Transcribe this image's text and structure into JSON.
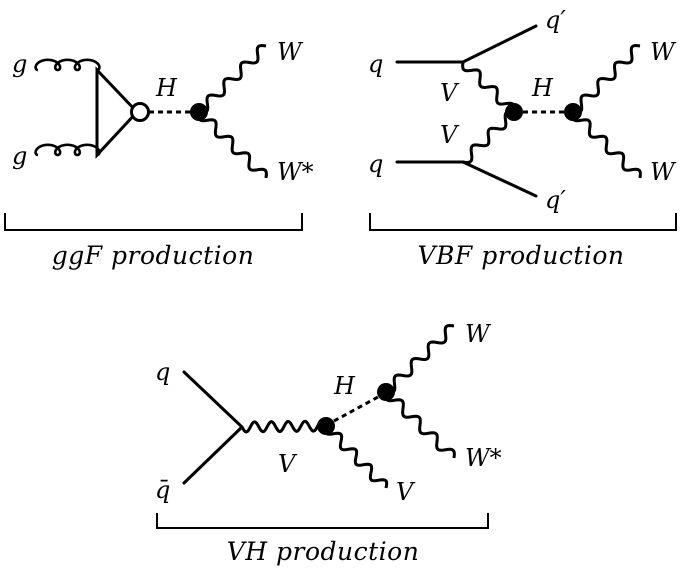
{
  "diagrams": {
    "ggf": {
      "incoming_top": "g",
      "incoming_bottom": "g",
      "mediator": "H",
      "outgoing_top": "W",
      "outgoing_bottom": "W*",
      "caption": "ggF production"
    },
    "vbf": {
      "incoming_top": "q",
      "incoming_bottom": "q",
      "outgoing_top_quark": "q′",
      "outgoing_bottom_quark": "q′",
      "boson_top": "V",
      "boson_bottom": "V",
      "mediator": "H",
      "outgoing_top": "W",
      "outgoing_bottom": "W",
      "caption": "VBF production"
    },
    "vh": {
      "incoming_top": "q",
      "incoming_bottom": "q̄",
      "boson": "V",
      "mediator": "H",
      "outgoing_top": "W",
      "outgoing_bottom": "W*",
      "outgoing_v": "V",
      "caption": "VH production"
    }
  }
}
